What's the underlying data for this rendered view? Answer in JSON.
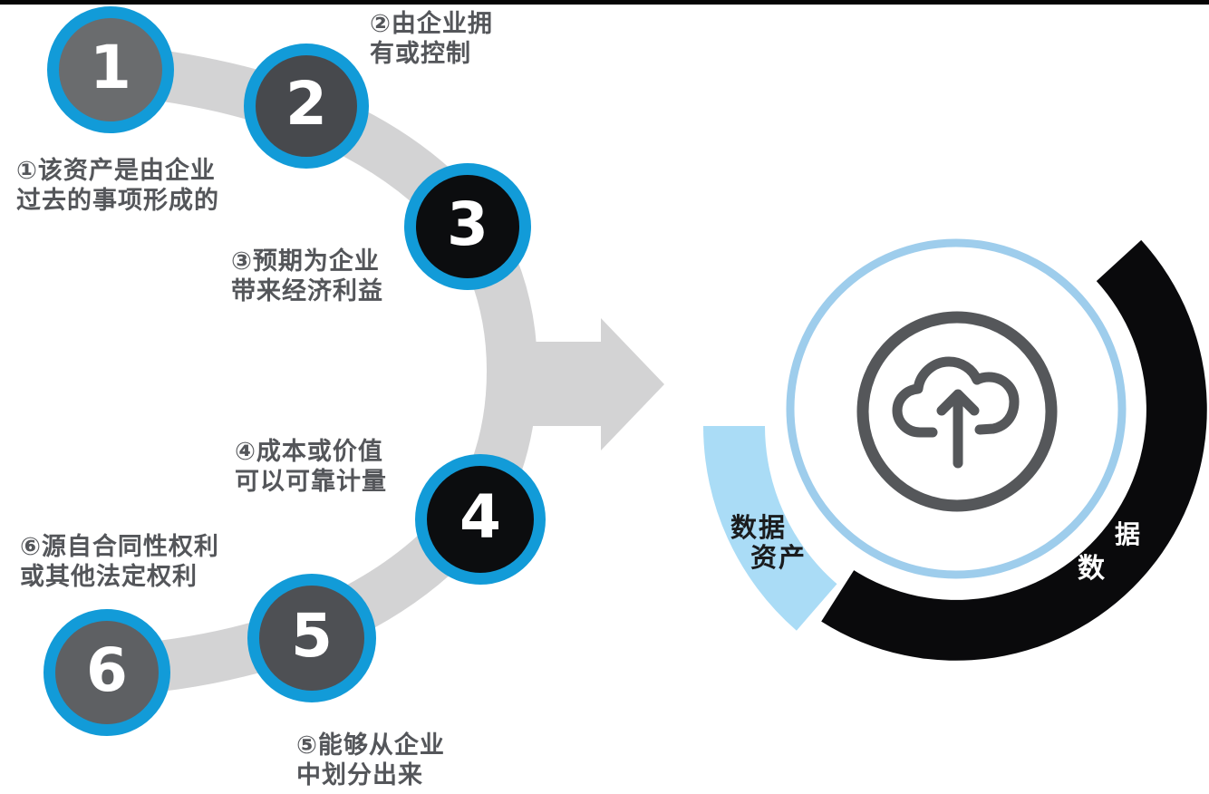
{
  "diagram_title": "asset-recognition-criteria-to-data-asset",
  "steps": [
    {
      "number": "1",
      "label": "①该资产是由企业\n过去的事项形成的"
    },
    {
      "number": "2",
      "label": "②由企业拥\n有或控制"
    },
    {
      "number": "3",
      "label": "③预期为企业\n带来经济利益"
    },
    {
      "number": "4",
      "label": "④成本或价值\n可以可靠计量"
    },
    {
      "number": "5",
      "label": "⑤能够从企业\n中划分出来"
    },
    {
      "number": "6",
      "label": "⑥源自合同性权利\n或其他法定权利"
    }
  ],
  "hub": {
    "left_line1": "数据",
    "left_line2": "资产",
    "ring_char_1": "据",
    "ring_char_2": "数",
    "icon": "cloud-upload-icon"
  },
  "colors": {
    "accent_blue_ring": "#129bd8",
    "light_blue_wedge": "#aadcf6",
    "pale_blue_ring": "#9ecdec",
    "arc_gray": "#d3d3d4",
    "icon_gray": "#55575a",
    "label_gray": "#54565a",
    "black_arc": "#0a0a0c",
    "circle_fill_1": "#6a6c6e",
    "circle_fill_2": "#47494d",
    "circle_fill_3": "#0c0d0f",
    "circle_fill_4": "#0c0d0f",
    "circle_fill_5": "#4e5054",
    "circle_fill_6": "#5e6063",
    "top_bar": "#060606"
  }
}
